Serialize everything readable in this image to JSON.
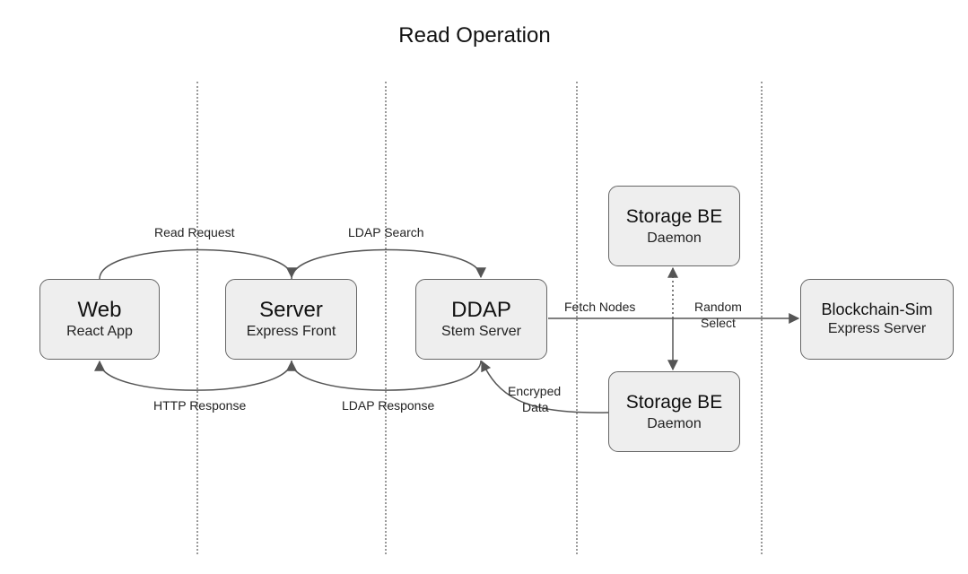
{
  "title": "Read Operation",
  "nodes": {
    "web": {
      "name": "Web",
      "sub": "React App"
    },
    "server": {
      "name": "Server",
      "sub": "Express Front"
    },
    "ddap": {
      "name": "DDAP",
      "sub": "Stem Server"
    },
    "storage_top": {
      "name": "Storage BE",
      "sub": "Daemon"
    },
    "storage_bottom": {
      "name": "Storage BE",
      "sub": "Daemon"
    },
    "blockchain": {
      "name": "Blockchain-Sim",
      "sub": "Express Server"
    }
  },
  "edges": {
    "read_request": "Read Request",
    "ldap_search": "LDAP Search",
    "http_response": "HTTP Response",
    "ldap_response": "LDAP Response",
    "fetch_nodes": "Fetch Nodes",
    "random_select_1": "Random",
    "random_select_2": "Select",
    "encrypted_data_1": "Encryped",
    "encrypted_data_2": "Data"
  },
  "colors": {
    "node_fill": "#eeeeee",
    "node_border": "#666666",
    "edge": "#555555",
    "guide": "#9a9a9a"
  }
}
